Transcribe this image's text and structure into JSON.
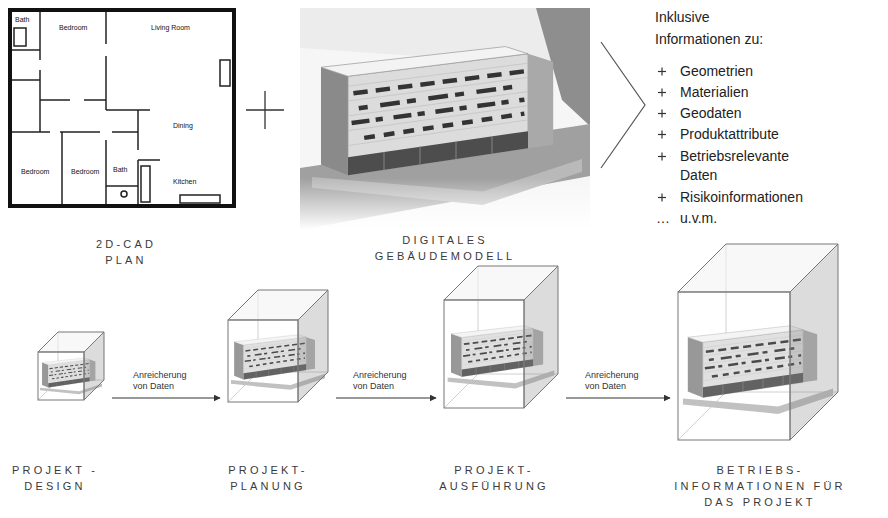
{
  "diagram": {
    "nodes": [
      {
        "text": [
          "2D-CAD PLAN"
        ]
      },
      {
        "text": [
          "DIGITALES GEBÄUDEMODELL"
        ]
      },
      {
        "text": [
          "PROJEKT -DESIGN"
        ]
      },
      {
        "text": [
          "PROJEKT- PLANUNG"
        ]
      },
      {
        "text": [
          "PROJEKT- AUSFÜHRUNG"
        ]
      },
      {
        "text": [
          "BETRIEBS- INFORMATIONEN FÜR DAS PROJEKT"
        ]
      }
    ],
    "edges": [
      {
        "from": 2,
        "to": 3,
        "label": "Anreicherung von Daten",
        "arrow": "to"
      },
      {
        "from": 3,
        "to": 4,
        "label": "Anreicherung von Daten",
        "arrow": "to"
      },
      {
        "from": 4,
        "to": 5,
        "label": "Anreicherung von Daten",
        "arrow": "to"
      }
    ],
    "labels": [
      "Bath",
      "Bedroom",
      "Living Room",
      "Dining",
      "Bedroom",
      "Bedroom",
      "Bath",
      "Kitchen",
      "Inklusive Informationen zu:",
      "Geometrien",
      "Materialien",
      "Geodaten",
      "Produktattribute",
      "Betriebsrelevante Daten",
      "Risikoinformationen",
      "…",
      "u.v.m."
    ]
  }
}
